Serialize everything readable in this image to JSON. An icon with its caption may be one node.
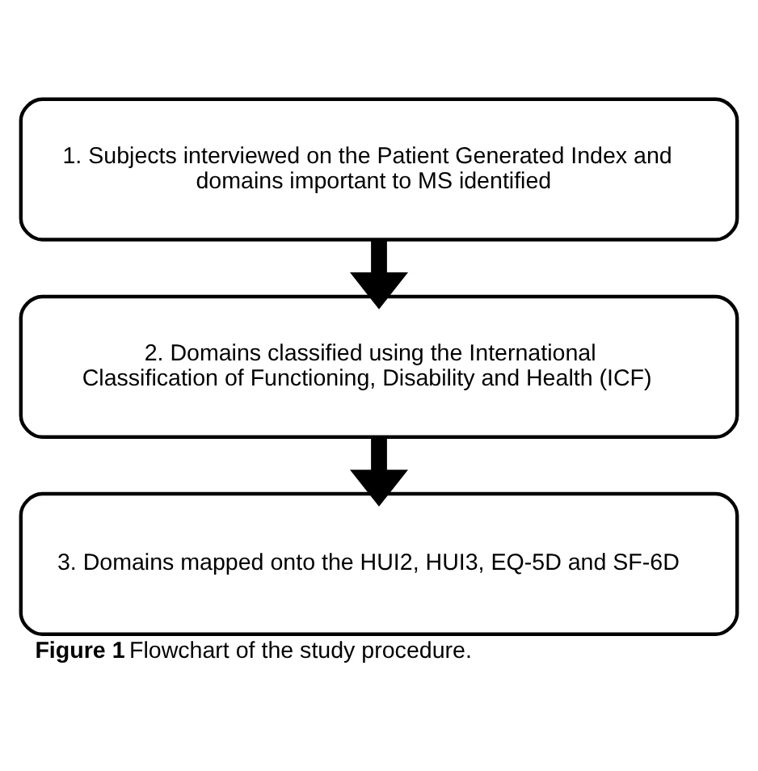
{
  "diagram": {
    "caption": "**Figure 1** Flowchart of the study procedure.",
    "nodes": [
      {
        "text": [
          "1. Subjects interviewed on the Patient Generated Index and domains important to MS identified"
        ]
      },
      {
        "text": [
          "2. Domains classified using the International Classification of Functioning, Disability and Health (ICF)"
        ]
      },
      {
        "text": [
          "3. Domains mapped onto the HUI2, HUI3, EQ-5D and SF-6D"
        ]
      }
    ],
    "edges": [
      {
        "from": 0,
        "to": 1,
        "arrow": "to"
      },
      {
        "from": 1,
        "to": 2,
        "arrow": "to"
      }
    ]
  }
}
